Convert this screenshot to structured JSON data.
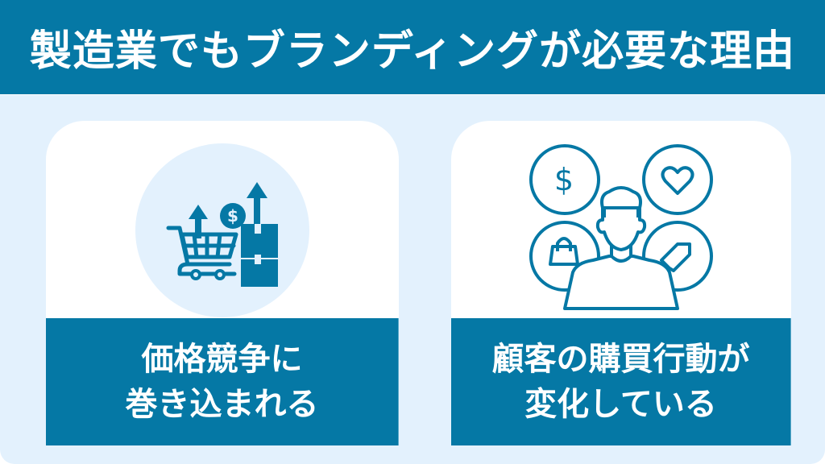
{
  "header": {
    "title": "製造業でもブランディングが必要な理由"
  },
  "colors": {
    "primary": "#0578a5",
    "panel_bg": "#e3f1fd",
    "card_bg": "#ffffff",
    "text_on_primary": "#ffffff"
  },
  "cards": [
    {
      "icon": "shopping-cart-price-increase-icon",
      "label_lines": [
        "価格競争に",
        "巻き込まれる"
      ]
    },
    {
      "icon": "customer-buying-behavior-icon",
      "label_lines": [
        "顧客の購買行動が",
        "変化している"
      ]
    }
  ]
}
